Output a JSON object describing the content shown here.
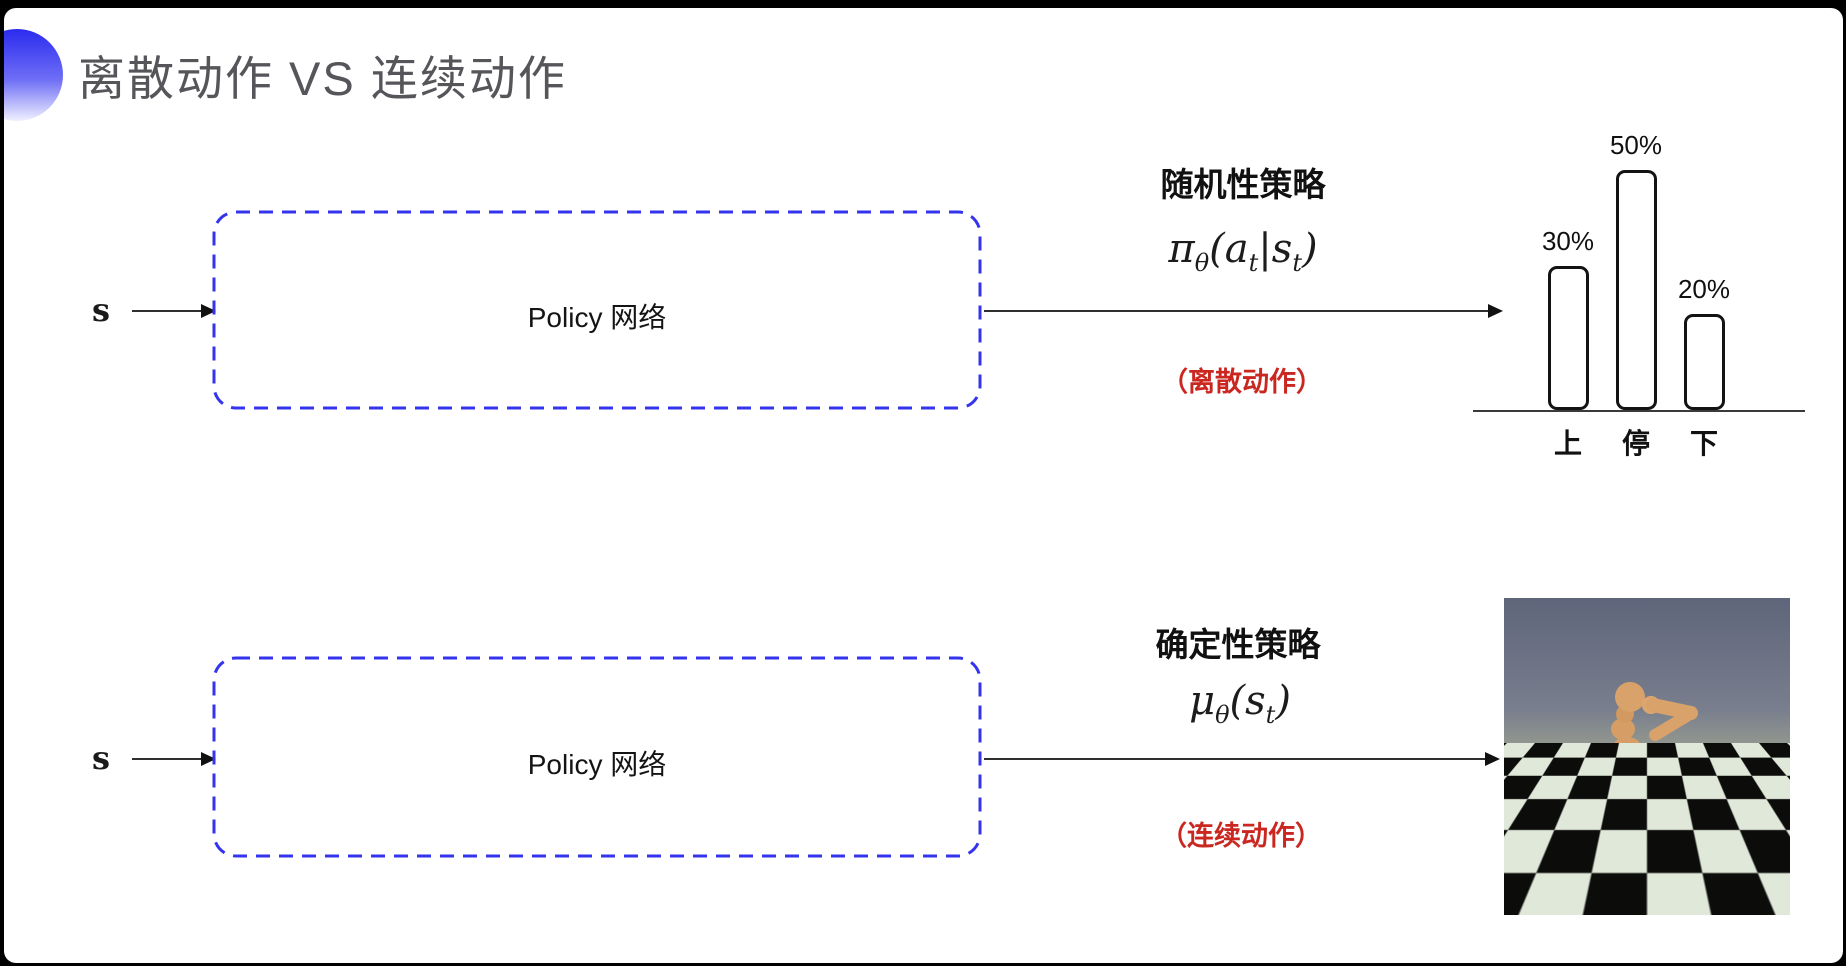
{
  "slide": {
    "title": "离散动作 VS 连续动作"
  },
  "colors": {
    "accent_blue": "#3434ee",
    "note_red": "#cb2721",
    "title_gray": "#55555a"
  },
  "row1": {
    "input_label": "s",
    "box_label": "Policy 网络",
    "policy_type": "随机性策略",
    "formula": {
      "pi": "π",
      "theta": "θ",
      "lparen": "(",
      "a": "a",
      "t1": "t",
      "bar": "|",
      "s": "s",
      "t2": "t",
      "rparen": ")"
    },
    "action_note": "（离散动作）"
  },
  "row2": {
    "input_label": "s",
    "box_label": "Policy 网络",
    "policy_type": "确定性策略",
    "formula": {
      "mu": "μ",
      "theta": "θ",
      "lparen": "(",
      "s": "s",
      "t": "t",
      "rparen": ")"
    },
    "action_note": "（连续动作）"
  },
  "chart_data": {
    "type": "bar",
    "title": "",
    "categories": [
      "上",
      "停",
      "下"
    ],
    "values": [
      30,
      50,
      20
    ],
    "value_labels": [
      "30%",
      "50%",
      "20%"
    ],
    "xlabel": "",
    "ylabel": "",
    "ylim": [
      0,
      55
    ],
    "grid": false,
    "legend": false,
    "bar_style": "white fill, black rounded outline"
  },
  "sim_image": {
    "icon": "humanoid-robot-simulation",
    "scene": "humanoid on checkerboard floor"
  }
}
